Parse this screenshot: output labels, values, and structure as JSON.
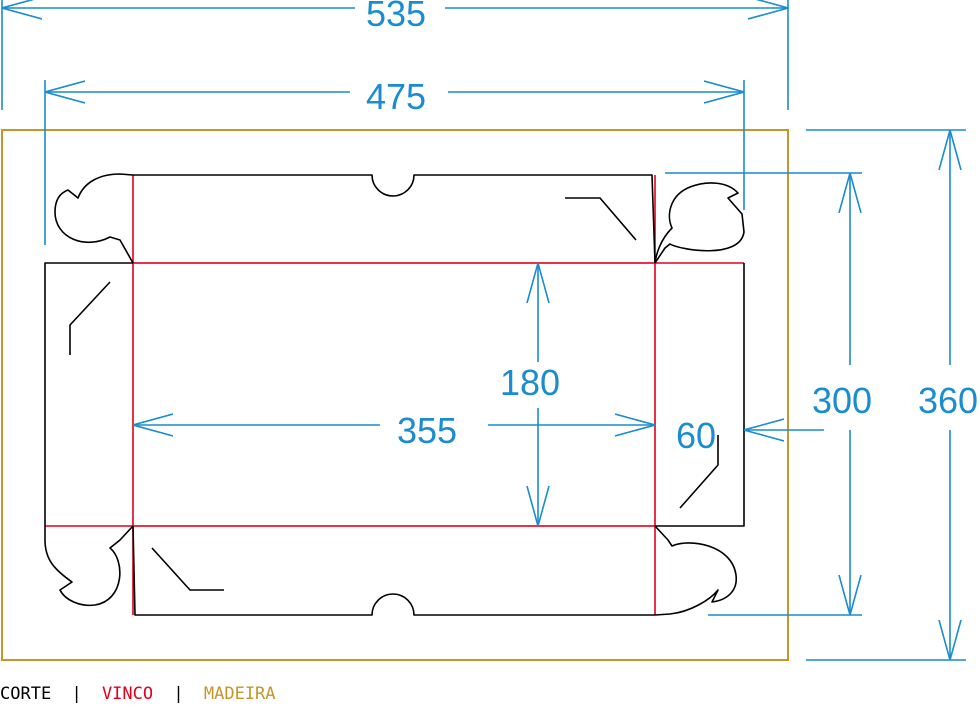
{
  "colors": {
    "cut": "#000000",
    "crease": "#e0001b",
    "board": "#c4962c",
    "dimension": "#1a8ccf"
  },
  "dimensions": {
    "total_width": "535",
    "inner_width": "475",
    "base_length": "355",
    "base_depth": "180",
    "wall_height": "60",
    "inner_height": "300",
    "total_height": "360"
  },
  "legend": {
    "cut": "CORTE",
    "separator": "|",
    "crease": "VINCO",
    "board": "MADEIRA"
  }
}
